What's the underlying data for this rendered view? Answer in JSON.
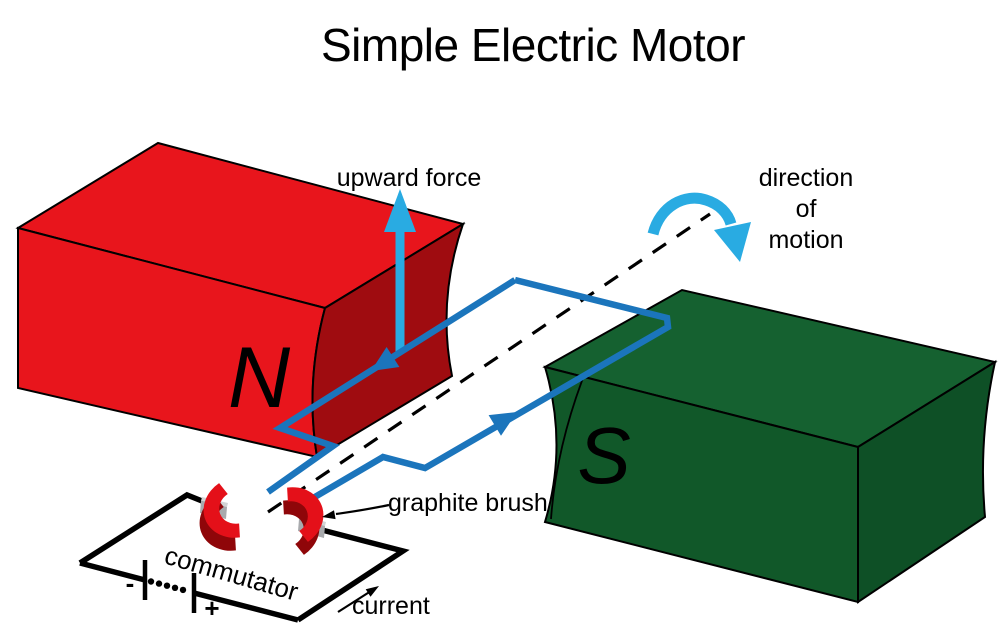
{
  "title": "Simple Electric Motor",
  "labels": {
    "upward_force": "upward force",
    "direction_1": "direction",
    "direction_2": "of",
    "direction_3": "motion",
    "graphite_brush": "graphite brush",
    "commutator": "commutator",
    "current": "current"
  },
  "magnets": {
    "north_label": "N",
    "south_label": "S"
  },
  "battery": {
    "minus": "-",
    "plus": "+"
  },
  "colors": {
    "red_top": "#e8151c",
    "red_front": "#e8151c",
    "red_dark": "#9f0c10",
    "green_top": "#156130",
    "green_front": "#115829",
    "green_side": "#0e5026",
    "wire": "#1b75bc",
    "force_arrow": "#29abe2",
    "motion_arrow": "#29abe2",
    "commutator_bright": "#e41019",
    "commutator_dark": "#8f0609",
    "brush": "#a8aaad",
    "brush_top": "#d2d4d5",
    "battery_plus": "#ed1c24",
    "ink": "#000000"
  }
}
